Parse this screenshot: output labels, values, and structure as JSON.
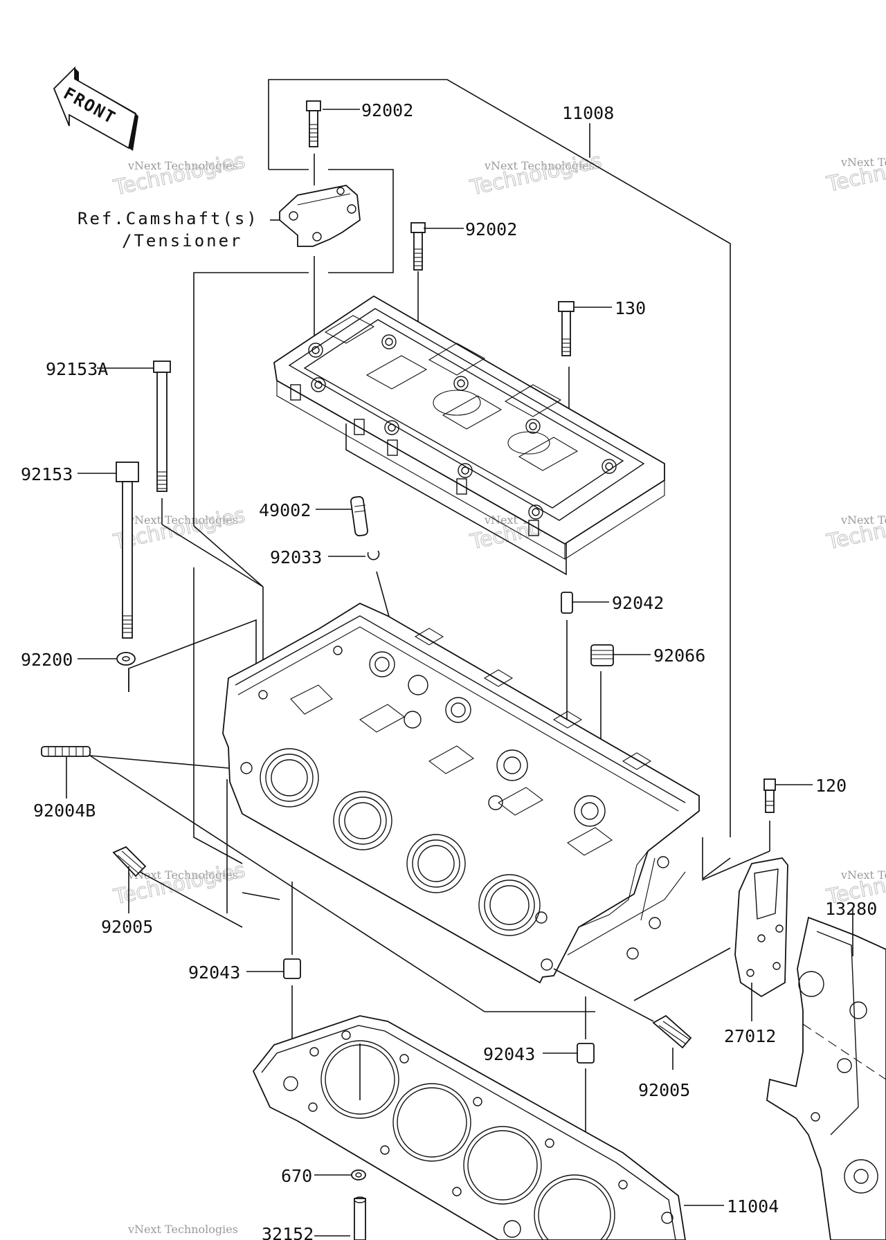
{
  "front_arrow": {
    "label": "FRONT"
  },
  "reference": {
    "line1": "Ref.Camshaft(s)",
    "line2": "/Tensioner"
  },
  "watermark": {
    "line1": "vNext Technologies",
    "line2": "Technologies"
  },
  "callouts": {
    "c92002a": "92002",
    "c11008": "11008",
    "c92002b": "92002",
    "c130": "130",
    "c92153A": "92153A",
    "c92153": "92153",
    "c49002": "49002",
    "c92033": "92033",
    "c92042": "92042",
    "c92066": "92066",
    "c92200": "92200",
    "c92004B": "92004B",
    "c120": "120",
    "c92005a": "92005",
    "c13280": "13280",
    "c92043a": "92043",
    "c27012": "27012",
    "c92043b": "92043",
    "c92005b": "92005",
    "c670": "670",
    "c11004": "11004",
    "c32152": "32152"
  }
}
